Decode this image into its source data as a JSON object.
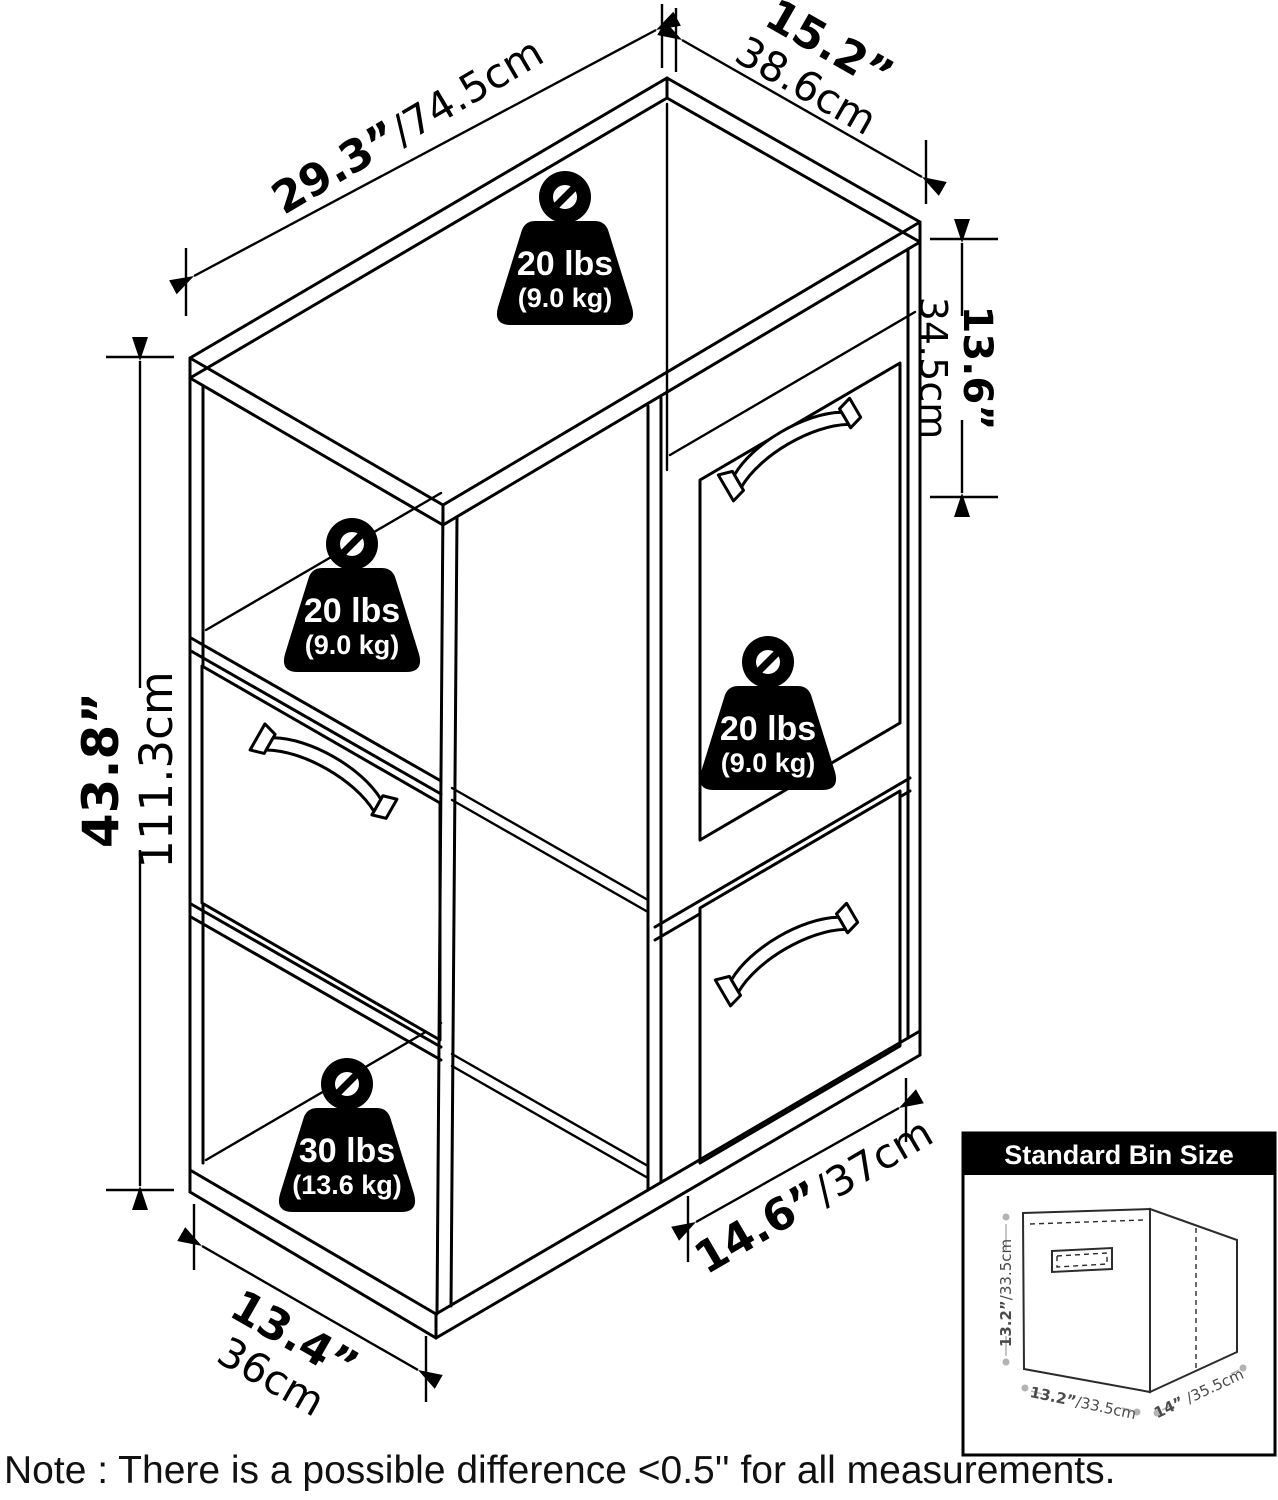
{
  "dims": {
    "top_width": {
      "in": "29.3”",
      "cm": "/74.5cm"
    },
    "top_depth": {
      "in": "15.2”",
      "cm": "38.6cm"
    },
    "right_height": {
      "in": "13.6”",
      "cm": "34.5cm"
    },
    "left_height": {
      "in": "43.8”",
      "cm": "111.3cm"
    },
    "front_width": {
      "in": "14.6”",
      "cm": "/37cm"
    },
    "side_depth": {
      "in": "13.4”",
      "cm": "36cm"
    }
  },
  "weights": {
    "top": {
      "lbs": "20 lbs",
      "kg": "(9.0 kg)"
    },
    "side_middle": {
      "lbs": "20 lbs",
      "kg": "(9.0 kg)"
    },
    "front_middle": {
      "lbs": "20 lbs",
      "kg": "(9.0 kg)"
    },
    "side_bottom": {
      "lbs": "30 lbs",
      "kg": "(13.6 kg)"
    }
  },
  "inset": {
    "title": "Standard Bin Size",
    "left": {
      "in": "13.2”",
      "cm": "/33.5cm"
    },
    "bottom_left": {
      "in": "13.2”",
      "cm": "/33.5cm"
    },
    "bottom_right": {
      "in": "14”",
      "cm": " /35.5cm"
    }
  },
  "note": "Note : There is a possible difference <0.5'' for all measurements.",
  "colors": {
    "line": "#000000",
    "badge": "#000000",
    "badge_text": "#ffffff",
    "inset_gray": "#b3b3b3"
  }
}
